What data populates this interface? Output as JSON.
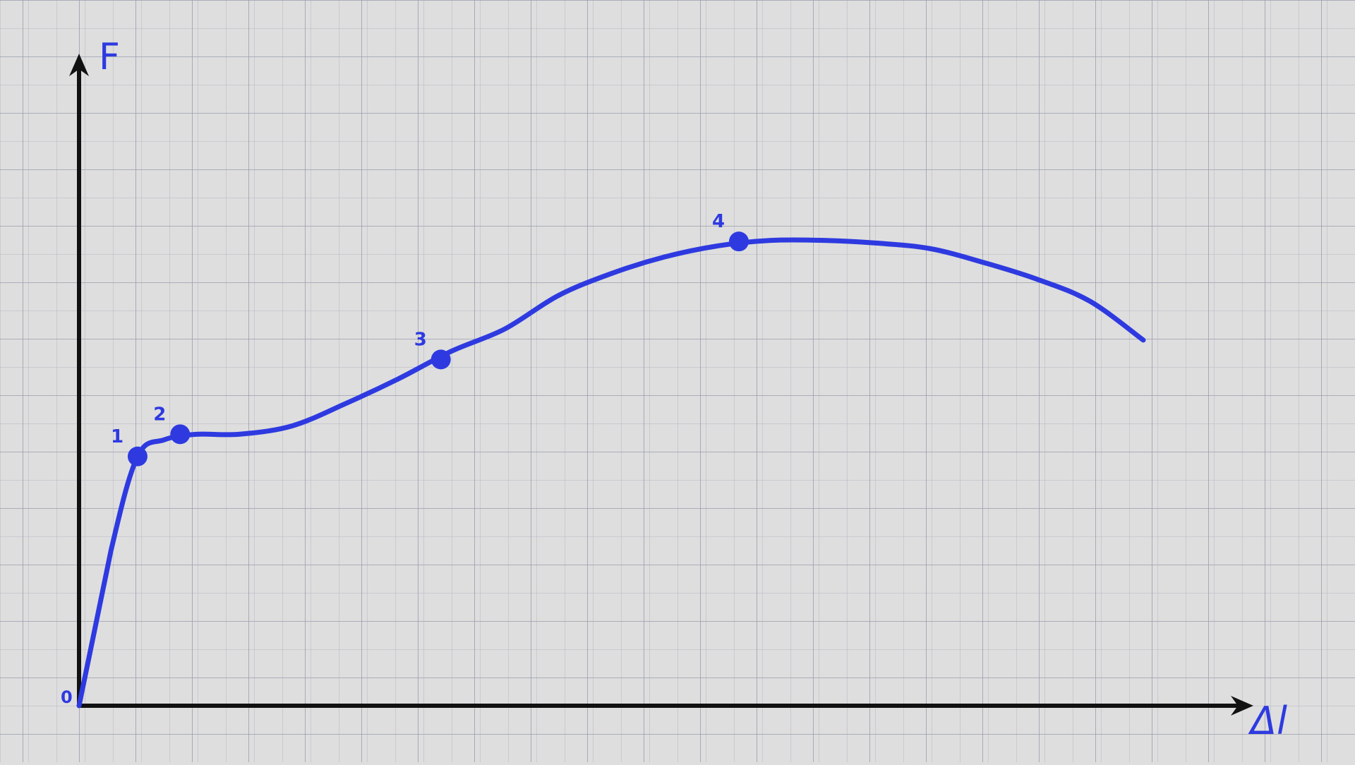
{
  "colors": {
    "background": "#dedede",
    "grid_minor": "#b5b7c4",
    "grid_major": "#9a9dad",
    "axis": "#111111",
    "curve": "#2e3ae0",
    "label": "#2e3ae0"
  },
  "chart_data": {
    "type": "line",
    "title": "",
    "xlabel": "Δl",
    "ylabel": "F",
    "origin_label": "0",
    "grid": true,
    "xlim": [
      0,
      1000
    ],
    "ylim": [
      0,
      1000
    ],
    "series": [
      {
        "values_x": [
          0,
          30,
          55,
          80,
          110,
          150,
          200,
          250,
          300,
          350,
          400,
          450,
          500,
          550,
          600,
          650,
          700,
          750,
          800,
          850,
          900,
          950,
          1000
        ],
        "values_y": [
          0,
          280,
          450,
          480,
          490,
          490,
          505,
          545,
          590,
          640,
          680,
          740,
          780,
          810,
          830,
          840,
          840,
          835,
          825,
          800,
          770,
          730,
          660
        ]
      }
    ],
    "points": [
      {
        "label": "1",
        "x": 55,
        "y": 450
      },
      {
        "label": "2",
        "x": 95,
        "y": 490
      },
      {
        "label": "3",
        "x": 340,
        "y": 625
      },
      {
        "label": "4",
        "x": 620,
        "y": 838
      }
    ]
  }
}
